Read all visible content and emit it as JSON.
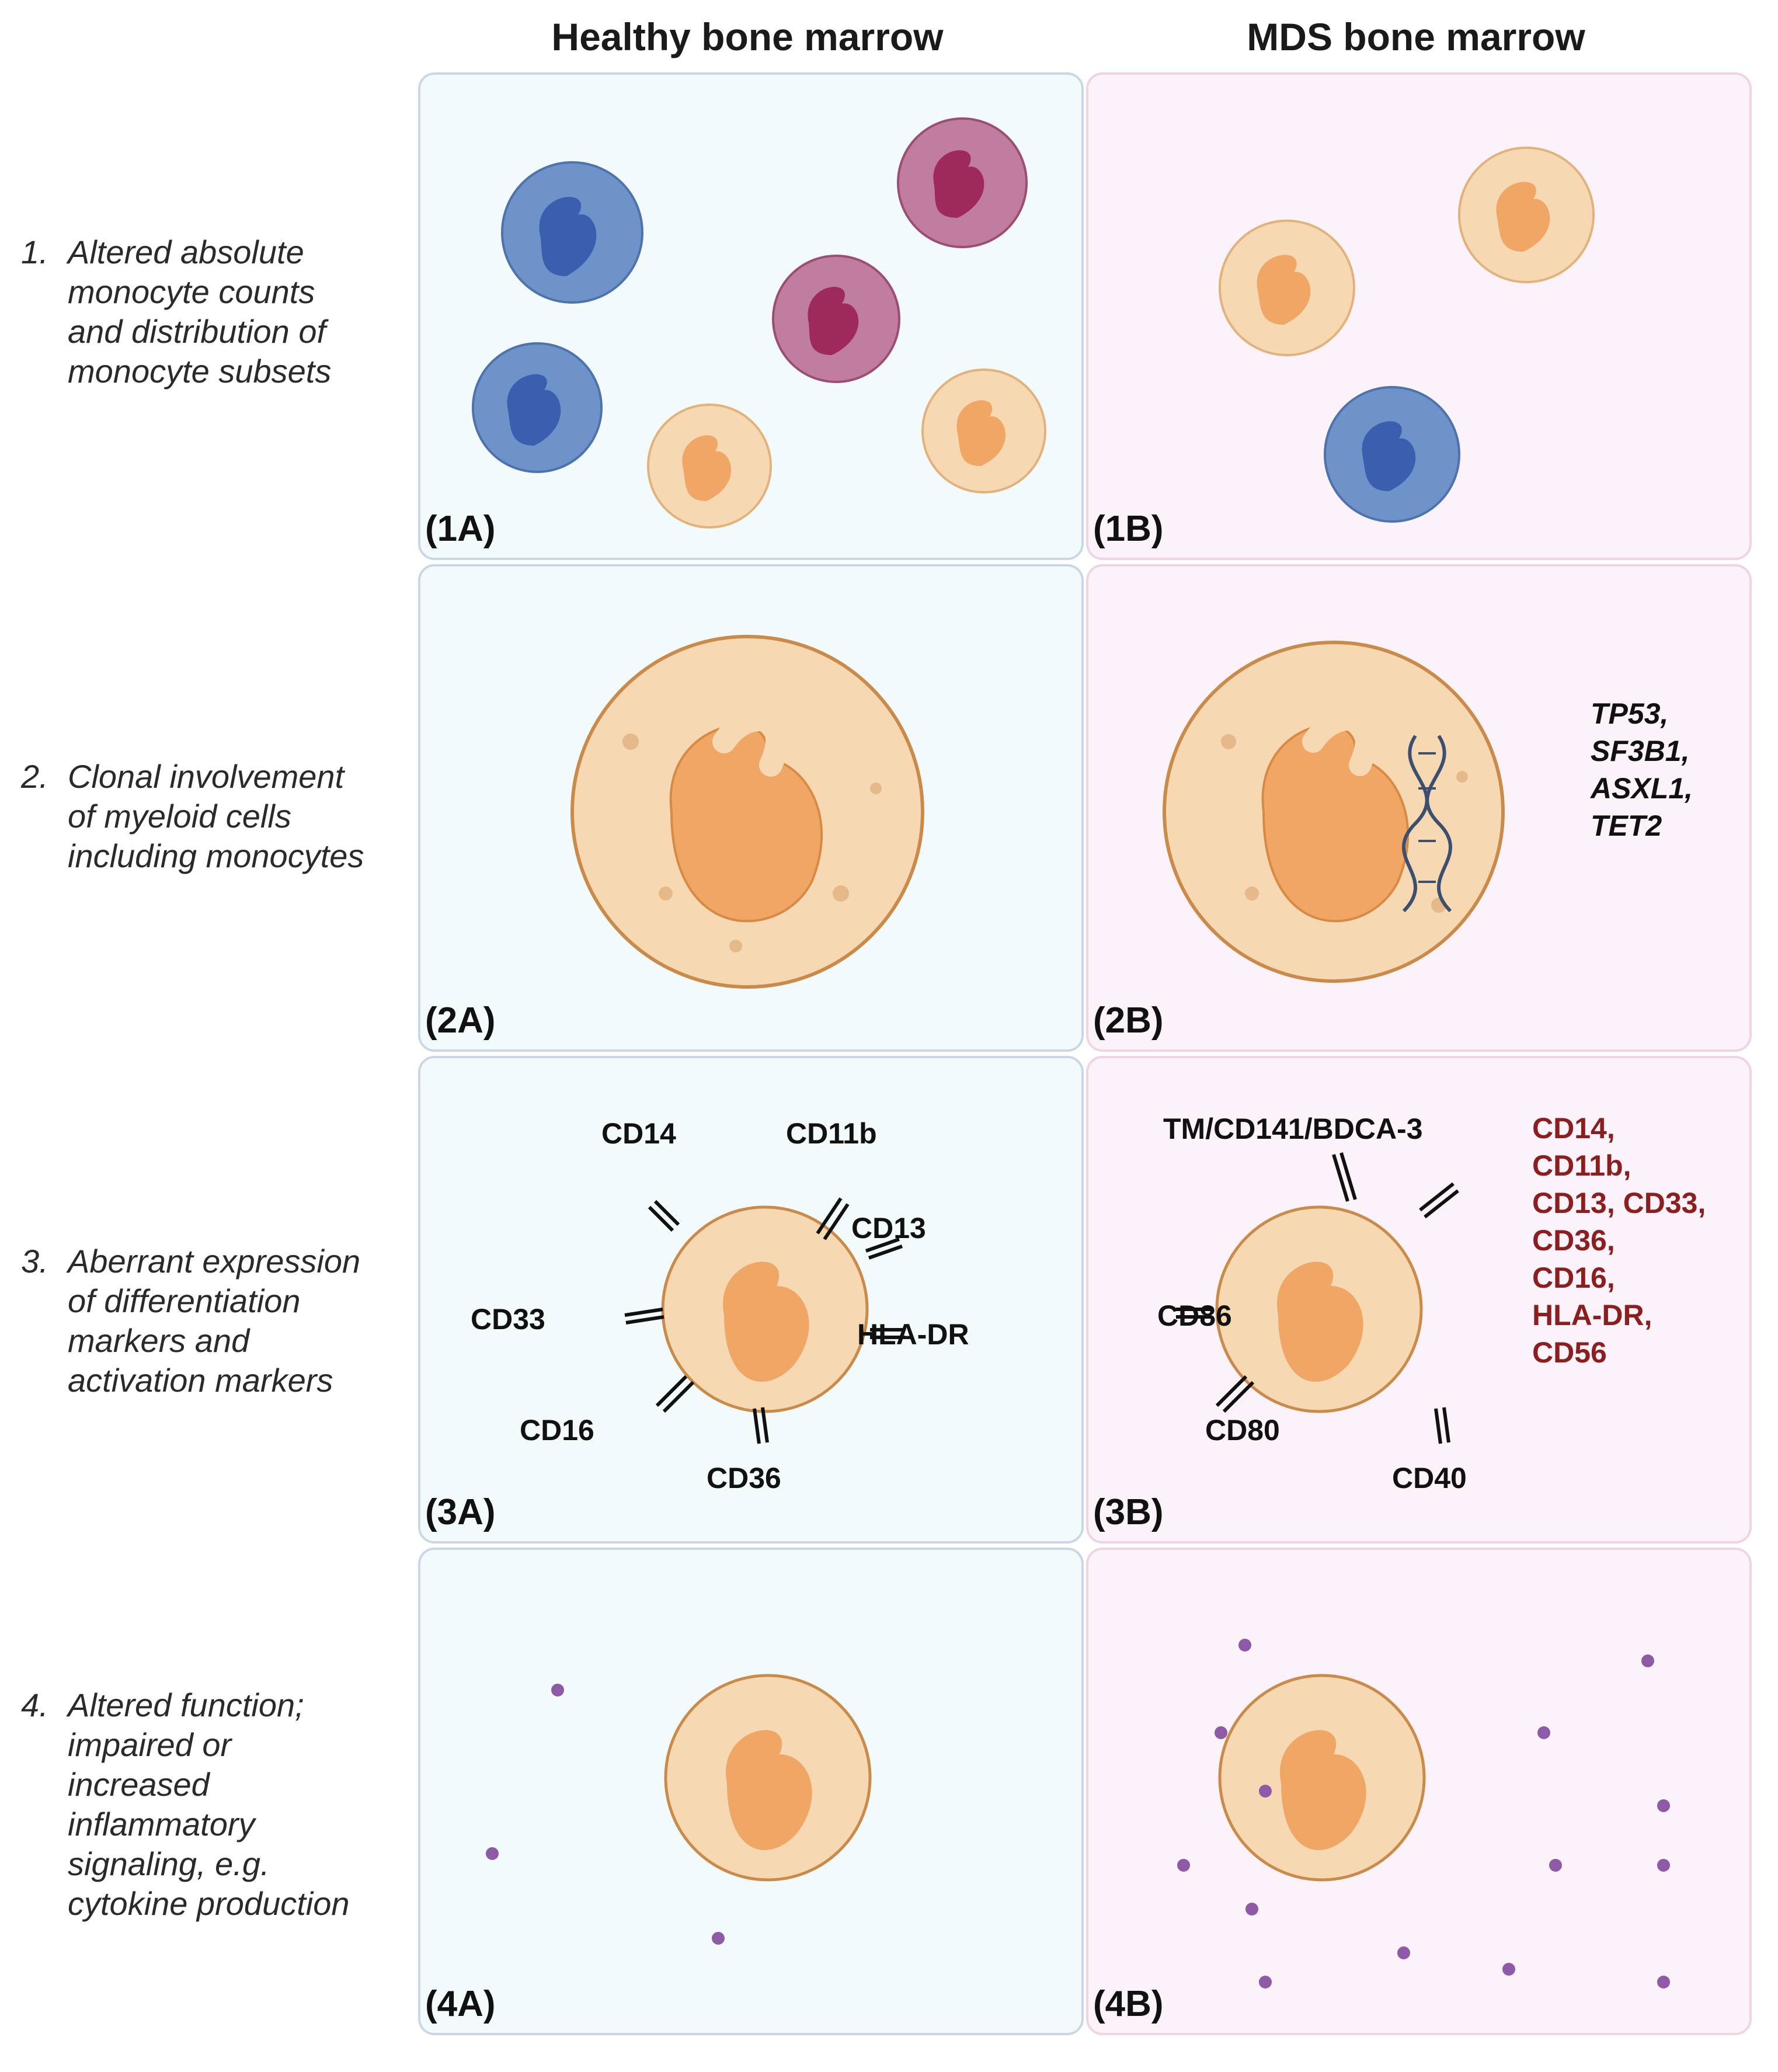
{
  "headers": {
    "healthy": "Healthy bone marrow",
    "mds": "MDS bone marrow"
  },
  "rows": [
    {
      "num": "1.",
      "lines": [
        "Altered absolute",
        "monocyte counts",
        "and distribution of",
        "monocyte subsets"
      ]
    },
    {
      "num": "2.",
      "lines": [
        "Clonal involvement",
        "of myeloid cells",
        "including monocytes"
      ]
    },
    {
      "num": "3.",
      "lines": [
        "Aberrant expression",
        "of differentiation",
        "markers and",
        "activation markers"
      ]
    },
    {
      "num": "4.",
      "lines": [
        "Altered function;",
        "impaired or",
        "increased",
        "inflammatory",
        "signaling, e.g.",
        "cytokine production"
      ]
    }
  ],
  "panels": {
    "p1a": "(1A)",
    "p1b": "(1B)",
    "p2a": "(2A)",
    "p2b": "(2B)",
    "p3a": "(3A)",
    "p3b": "(3B)",
    "p4a": "(4A)",
    "p4b": "(4B)"
  },
  "genes": [
    "TP53,",
    "SF3B1,",
    "ASXL1,",
    "TET2"
  ],
  "markers_healthy": {
    "cd14": "CD14",
    "cd11b": "CD11b",
    "cd13": "CD13",
    "hladr": "HLA-DR",
    "cd36": "CD36",
    "cd16": "CD16",
    "cd33": "CD33"
  },
  "markers_mds": {
    "tm": "TM/CD141/BDCA-3",
    "cd86": "CD86",
    "cd80": "CD80",
    "cd40": "CD40",
    "altered": [
      "CD14,",
      "CD11b,",
      "CD13, CD33,",
      "CD36,",
      "CD16,",
      "HLA-DR,",
      "CD56"
    ]
  },
  "colors": {
    "healthy_bg": "#f3fafb",
    "mds_bg": "#fcf2f9",
    "classical_cell": "#f6d9b3",
    "nucleus": "#f0a766",
    "nonclassical_cell": "#6e93c8",
    "intermediate_cell": "#b86a8c",
    "cytokine": "#8e5aa8",
    "altered_marker_text": "#8b1e1e"
  }
}
